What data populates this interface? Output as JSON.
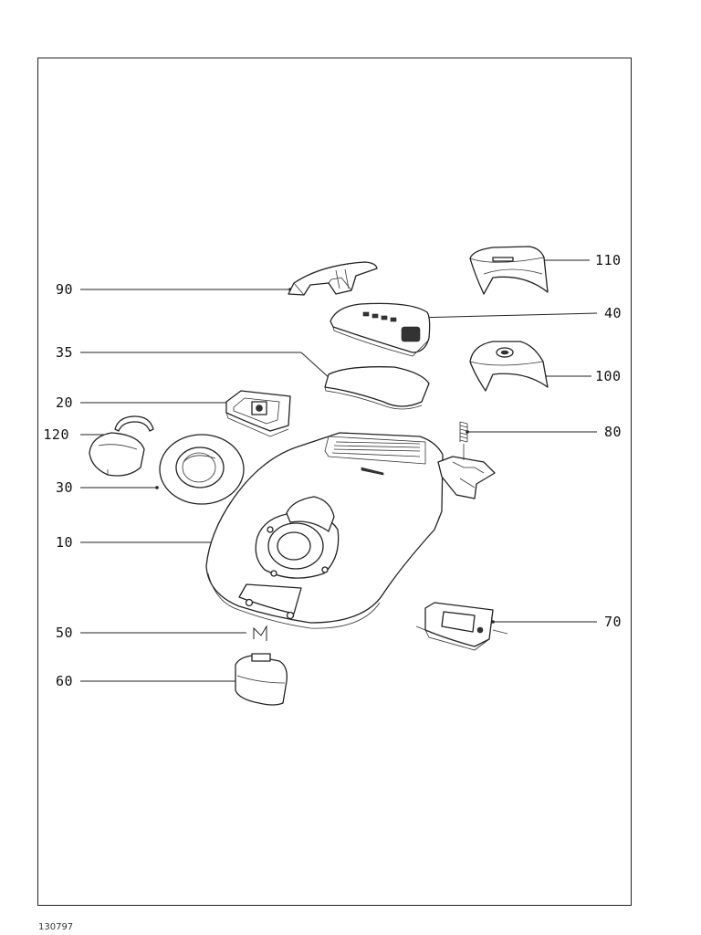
{
  "callouts": {
    "c90": "90",
    "c35": "35",
    "c20": "20",
    "c120": "120",
    "c30": "30",
    "c10": "10",
    "c50": "50",
    "c60": "60",
    "c110": "110",
    "c40": "40",
    "c100": "100",
    "c80": "80",
    "c70": "70"
  },
  "document_number": "130797"
}
